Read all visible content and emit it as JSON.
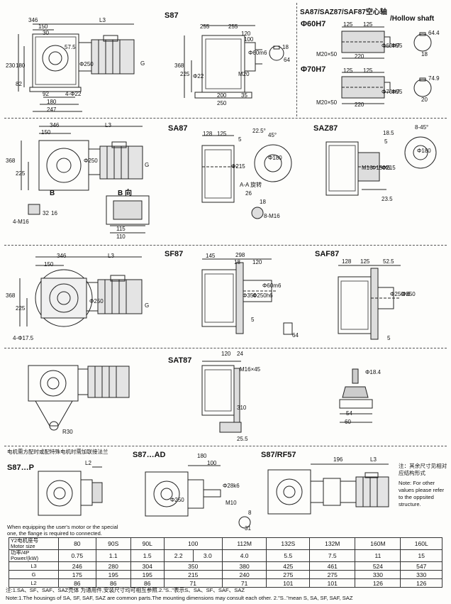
{
  "sections": {
    "s87": {
      "title": "S87",
      "dims_left": [
        "346",
        "L3",
        "150",
        "30",
        "57.5",
        "230",
        "180",
        "82",
        "92",
        "180",
        "247",
        "4-Φ22",
        "Φ250",
        "G"
      ],
      "dims_right": [
        "255",
        "255",
        "120",
        "100",
        "Φ60m6",
        "368",
        "225",
        "Φ22",
        "M20",
        "200",
        "250",
        "35",
        "18",
        "64"
      ]
    },
    "hollow": {
      "title": "SA87/SAZ87/SAF87空心轴",
      "subtitle": "/Hollow shaft",
      "bore1": "Φ60H7",
      "bore2": "Φ70H7",
      "dims1": [
        "125",
        "125",
        "M20×50",
        "220",
        "Φ60H7",
        "Φ95",
        "64.4",
        "18"
      ],
      "dims2": [
        "125",
        "125",
        "M20×50",
        "220",
        "Φ70H7",
        "Φ95",
        "74.9",
        "20"
      ]
    },
    "sa87": {
      "title": "SA87",
      "title2": "SAZ87",
      "dims": [
        "346",
        "L3",
        "150",
        "368",
        "225",
        "Φ250",
        "G",
        "128",
        "125",
        "5",
        "Φ215",
        "22.5°",
        "45°",
        "Φ180",
        "18.5",
        "5",
        "8-45°",
        "Φ180",
        "M16",
        "Φ150f6",
        "Φ215",
        "23.5",
        "A-A 旋转",
        "26",
        "18",
        "8-M16"
      ],
      "view_b": "B",
      "view_b_dir": "B 向",
      "b_dims": [
        "4-M16",
        "32",
        "16",
        "115",
        "110"
      ]
    },
    "sf87": {
      "title": "SF87",
      "title2": "SAF87",
      "dims": [
        "346",
        "L3",
        "150",
        "368",
        "225",
        "Φ250",
        "G",
        "4-Φ17.5",
        "145",
        "298",
        "18",
        "120",
        "5",
        "Φ60m6",
        "Φ250h6",
        "Φ350",
        "64",
        "128",
        "125",
        "52.5",
        "Φ250h6",
        "Φ350",
        "5"
      ]
    },
    "sat87": {
      "title": "SAT87",
      "dims": [
        "120",
        "24",
        "M16×45",
        "310",
        "25.5",
        "R30",
        "Φ18.4",
        "54",
        "60"
      ]
    },
    "s87p": {
      "caption_cn": "电机需方配时或配特殊电机时需加联接法兰",
      "title": "S87…P",
      "l2": "L2",
      "caption_en1": "When equipping the user's motor or the special",
      "caption_en2": "one, the flange is required to connected."
    },
    "s87ad": {
      "title": "S87…AD",
      "dims": [
        "180",
        "100",
        "Φ28k6",
        "Φ250",
        "M10",
        "8",
        "31"
      ]
    },
    "s87rf": {
      "title": "S87/RF57",
      "dims": [
        "196",
        "L3"
      ]
    }
  },
  "side_note": {
    "cn": "注：其余尺寸见相对应结构形式",
    "en": "Note: For other values please refer to the oppsited structure."
  },
  "table": {
    "row_headers": [
      {
        "cn": "Y2电机座号",
        "en": "Motor size"
      },
      {
        "cn": "功率/4P",
        "en": "Power/(kW)"
      },
      {
        "cn": "",
        "en": "L3"
      },
      {
        "cn": "",
        "en": "G"
      },
      {
        "cn": "",
        "en": "L2"
      }
    ],
    "motor_size": [
      "80",
      "90S",
      "90L",
      "100",
      "112M",
      "132S",
      "132M",
      "160M",
      "160L"
    ],
    "power": [
      "0.75",
      "1.1",
      "1.5",
      "2.2",
      "3.0",
      "4.0",
      "5.5",
      "7.5",
      "11",
      "15"
    ],
    "L3": [
      "246",
      "280",
      "304",
      "350",
      "380",
      "425",
      "461",
      "524",
      "547"
    ],
    "G": [
      "175",
      "195",
      "195",
      "215",
      "240",
      "275",
      "330",
      "330"
    ],
    "L2": [
      "86",
      "86",
      "86",
      "71",
      "71",
      "101",
      "101",
      "126",
      "126"
    ]
  },
  "notes": {
    "cn": "注:1.SA、SF、SAF、SAZ壳体 为通用件,安装尺寸均可相互参照.2.\"S..\"表示S、SA、SF、SAF、SAZ",
    "en": "Note:1.The housings of SA, SF, SAF, SAZ are common parts.The mounting dimensions may consult each other. 2.\"S..\"mean S, SA, SF, SAF, SAZ"
  }
}
